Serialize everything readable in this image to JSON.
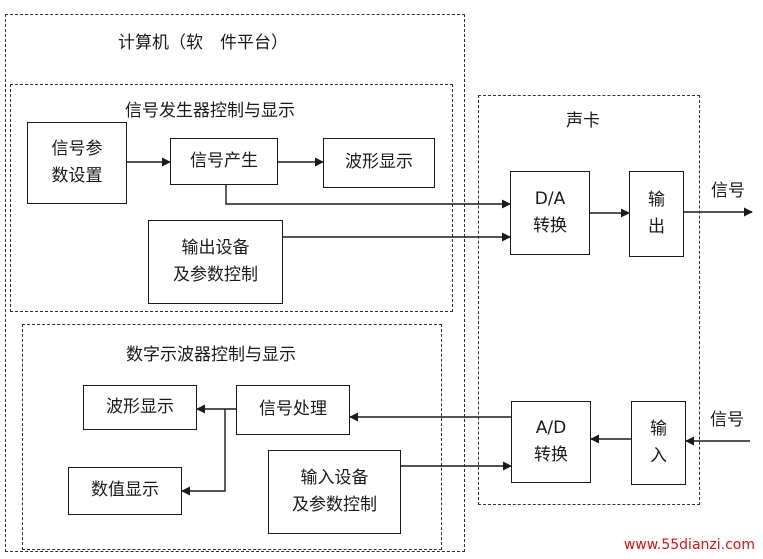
{
  "computer_title": "计算机（软　件平台）",
  "generator_title": "信号发生器控制与显示",
  "scope_title": "数字示波器控制与显示",
  "soundcard_title": "声卡",
  "boxes": {
    "signal_params": "信号参\n数设置",
    "signal_gen": "信号产生",
    "wave_display_top": "波形显示",
    "output_device": "输出设备\n及参数控制",
    "da": "D/A\n转换",
    "output": "输\n出",
    "wave_display_bottom": "波形显示",
    "signal_process": "信号处理",
    "value_display": "数值显示",
    "input_device": "输入设备\n及参数控制",
    "ad": "A/D\n转换",
    "input": "输\n入"
  },
  "signal_out_label": "信号",
  "signal_in_label": "信号",
  "watermark": "www.55dianzi.com"
}
